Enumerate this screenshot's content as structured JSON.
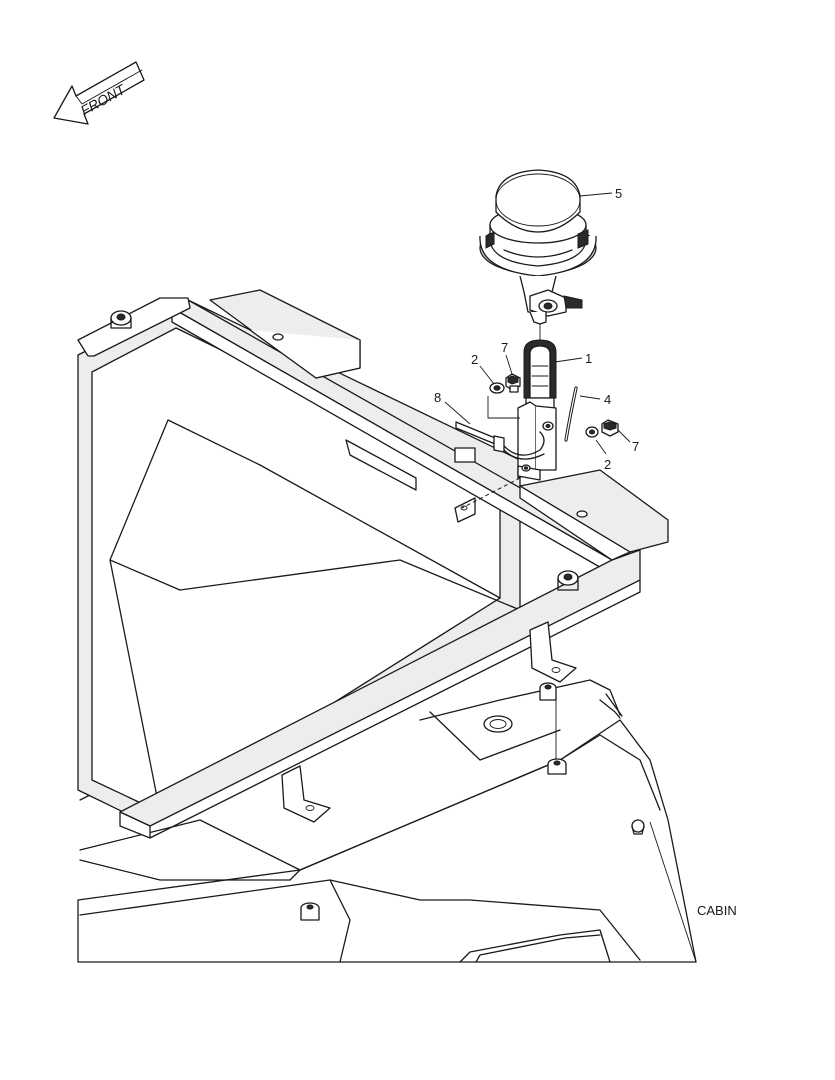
{
  "diagram": {
    "front_label": "FRONT",
    "cabin_label": "CABIN",
    "callouts": {
      "c1": "1",
      "c2a": "2",
      "c2b": "2",
      "c4": "4",
      "c5": "5",
      "c7a": "7",
      "c7b": "7",
      "c8": "8"
    }
  }
}
